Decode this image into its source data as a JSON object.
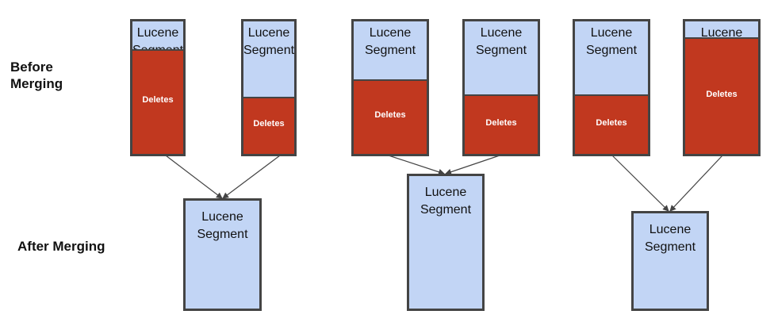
{
  "labels": {
    "before": "Before\nMerging",
    "after": "After Merging"
  },
  "segment_title": "Lucene\nSegment",
  "deletes_label": "Deletes",
  "colors": {
    "segment_fill": "#c2d5f5",
    "deletes_fill": "#c1381f",
    "border": "#444444",
    "arrow": "#444444"
  },
  "groups": [
    {
      "before": [
        {
          "title": "Lucene\nSegment",
          "deleted_fraction": 0.78,
          "deletes_label": "Deletes"
        },
        {
          "title": "Lucene\nSegment",
          "deleted_fraction": 0.42,
          "deletes_label": "Deletes"
        }
      ],
      "after": {
        "title": "Lucene\nSegment"
      }
    },
    {
      "before": [
        {
          "title": "Lucene\nSegment",
          "deleted_fraction": 0.55,
          "deletes_label": "Deletes"
        },
        {
          "title": "Lucene\nSegment",
          "deleted_fraction": 0.44,
          "deletes_label": "Deletes"
        }
      ],
      "after": {
        "title": "Lucene\nSegment"
      }
    },
    {
      "before": [
        {
          "title": "Lucene\nSegment",
          "deleted_fraction": 0.44,
          "deletes_label": "Deletes"
        },
        {
          "title": "Lucene\nSegment",
          "deleted_fraction": 0.87,
          "deletes_label": "Deletes"
        }
      ],
      "after": {
        "title": "Lucene\nSegment"
      }
    }
  ]
}
